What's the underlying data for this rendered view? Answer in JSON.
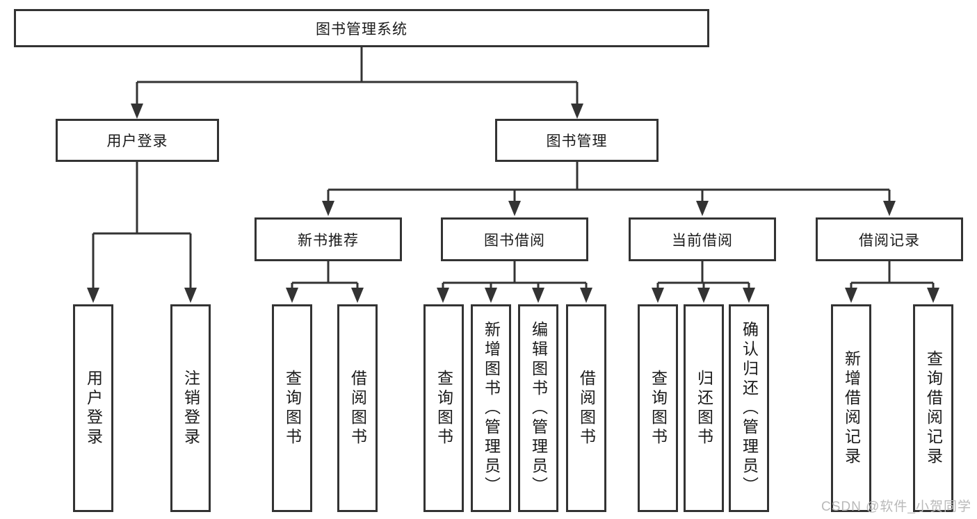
{
  "colors": {
    "line": "#333333",
    "text": "#1a1a1a",
    "background": "#ffffff",
    "watermark": "#b9b9b9"
  },
  "nodes": {
    "root": "图书管理系统",
    "user_login": "用户登录",
    "book_mgmt": "图书管理",
    "new_book_rec": "新书推荐",
    "book_borrow": "图书借阅",
    "current_borrow": "当前借阅",
    "borrow_records": "借阅记录",
    "leaf_user_login": "用户登录",
    "leaf_logout": "注销登录",
    "leaf_nbr_query": "查询图书",
    "leaf_nbr_borrow": "借阅图书",
    "leaf_bb_query": "查询图书",
    "leaf_bb_add": "新增图书（管理员）",
    "leaf_bb_edit": "编辑图书（管理员）",
    "leaf_bb_borrow": "借阅图书",
    "leaf_cb_query": "查询图书",
    "leaf_cb_return": "归还图书",
    "leaf_cb_confirm": "确认归还（管理员）",
    "leaf_br_add": "新增借阅记录",
    "leaf_br_query": "查询借阅记录"
  },
  "watermark": {
    "text": "CSDN @软件_小贺同学"
  }
}
